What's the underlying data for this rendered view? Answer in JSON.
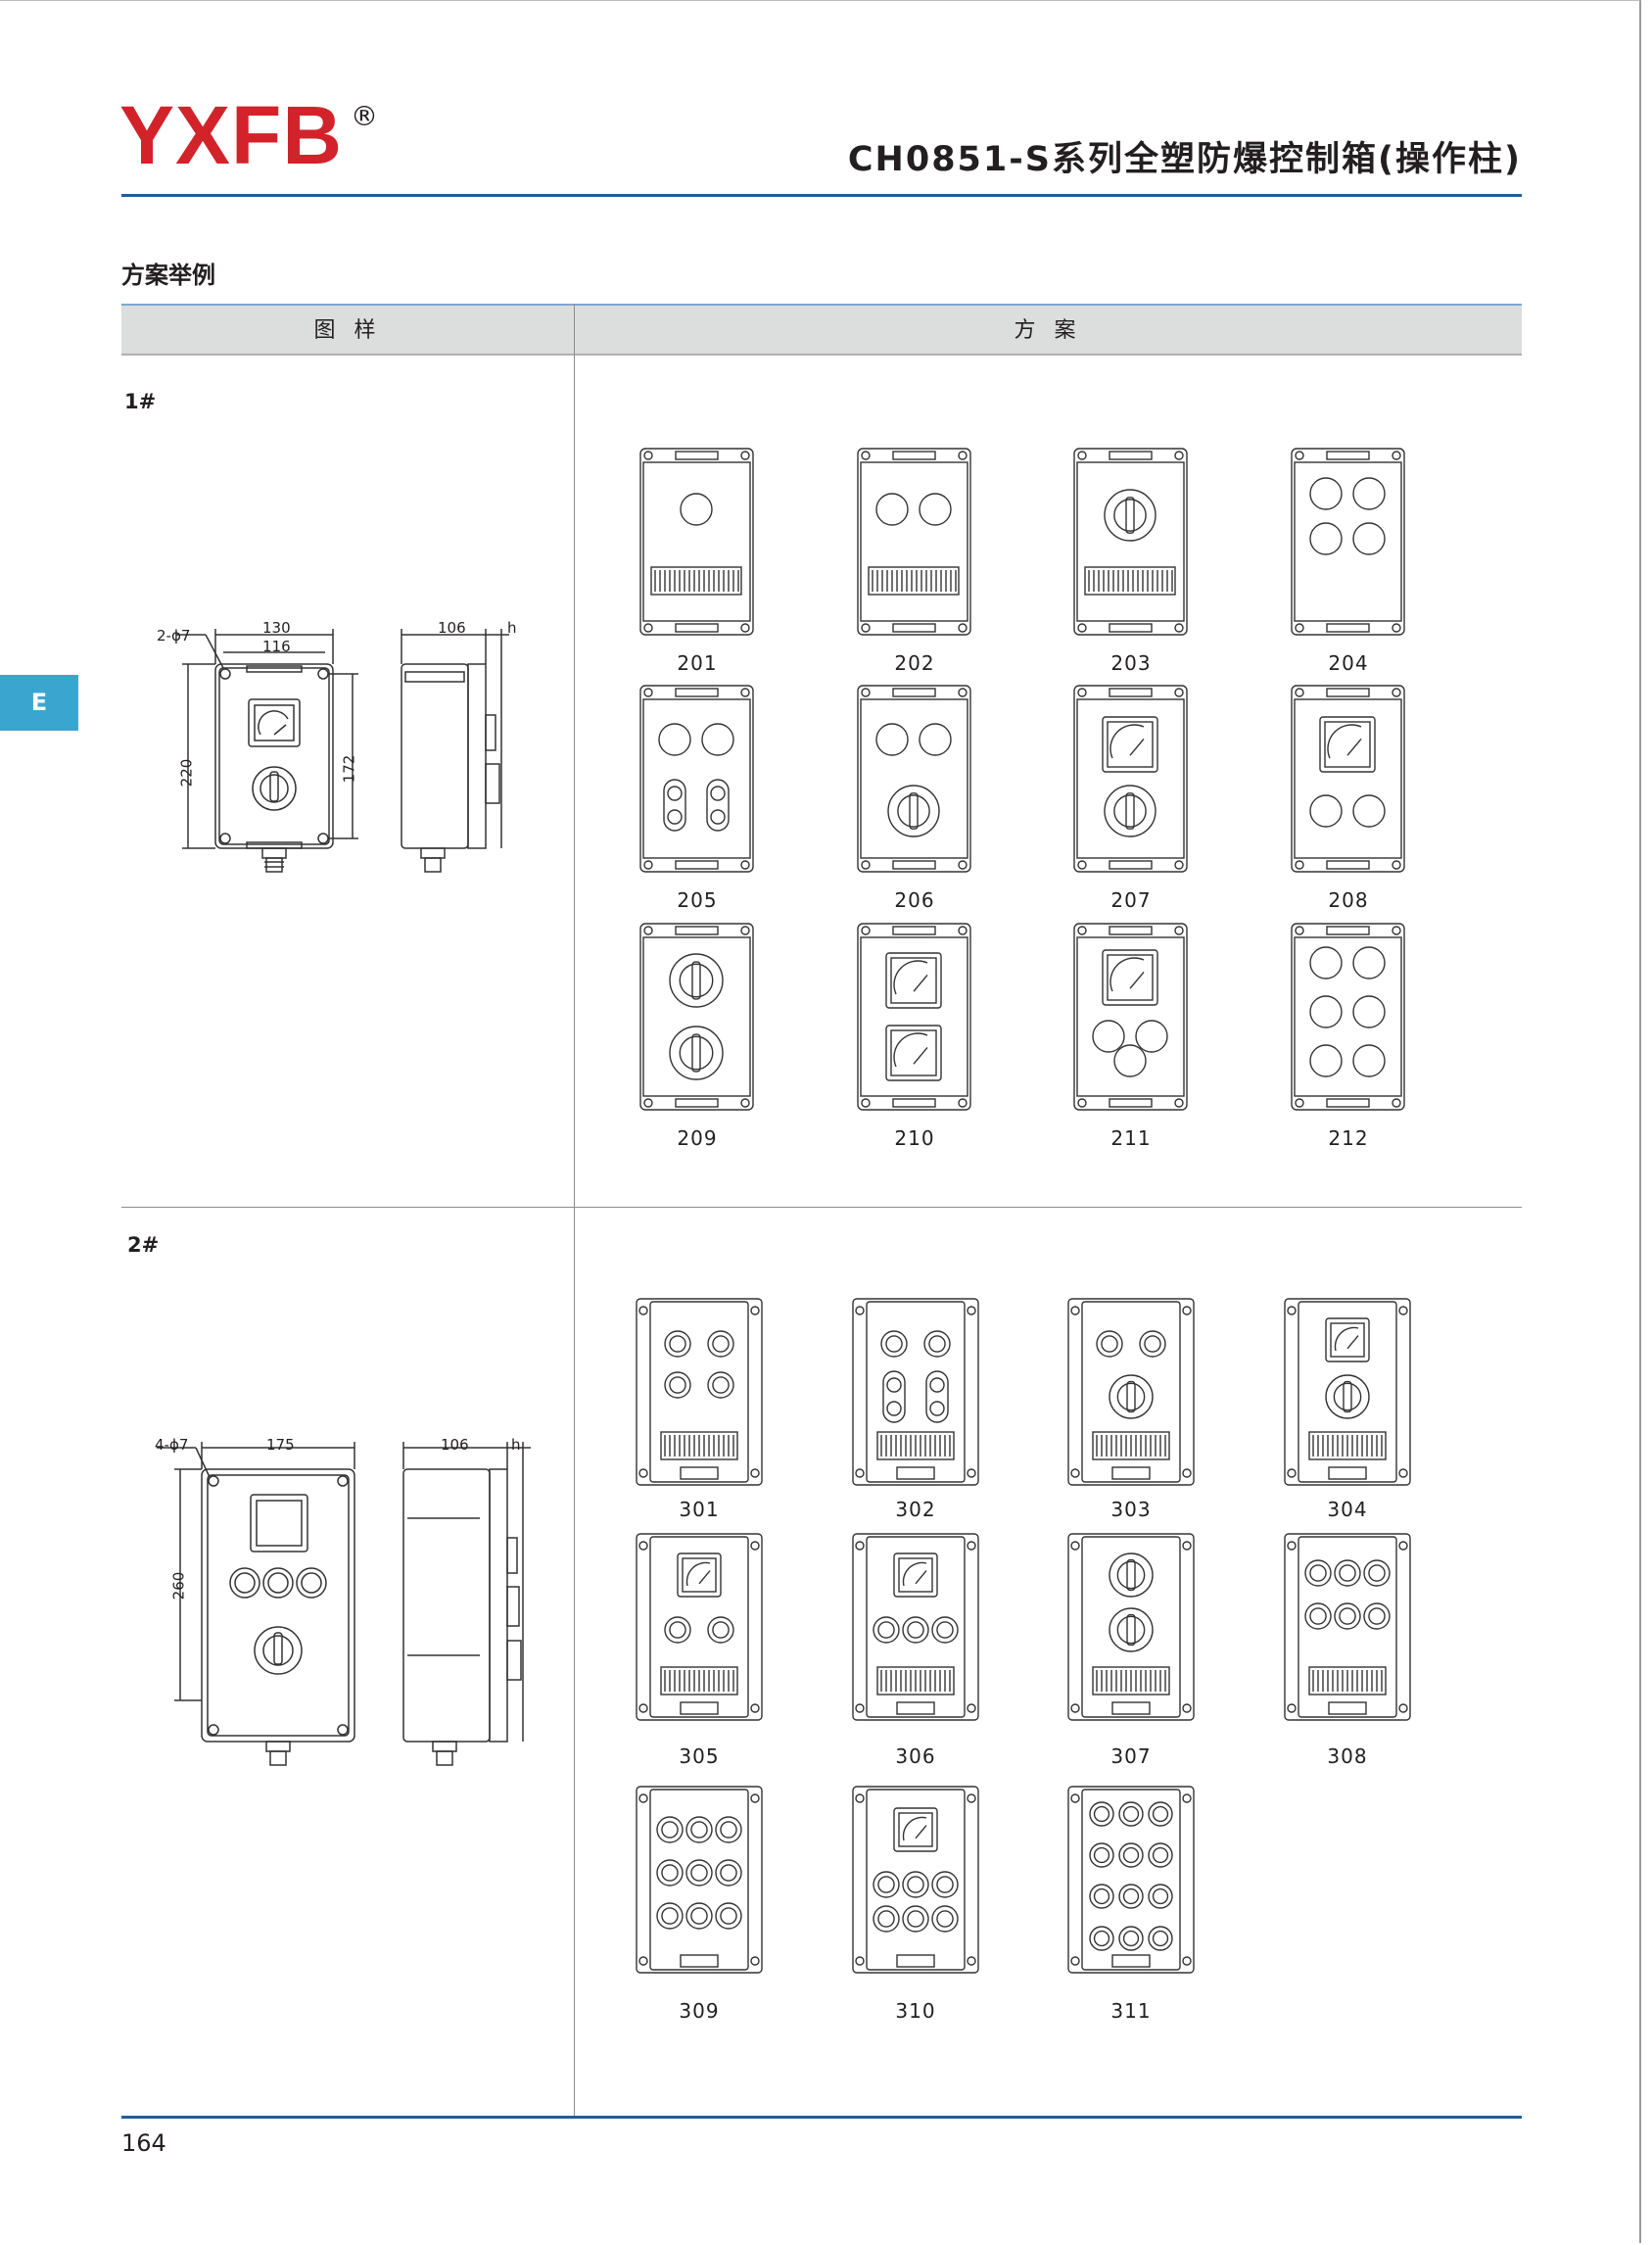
{
  "header": {
    "logo_text": "YXFB",
    "logo_mark": "®",
    "title": "CH0851-S系列全塑防爆控制箱(操作柱)"
  },
  "section": {
    "label": "方案举例"
  },
  "table": {
    "col_figure": "图 样",
    "col_scheme": "方 案"
  },
  "rows": [
    {
      "label": "1#",
      "dims": {
        "holes": "2-ϕ7",
        "w_outer": "130",
        "w_inner": "116",
        "h_outer": "220",
        "h_inner": "172",
        "depth": "106",
        "h": "h"
      },
      "schemes": [
        "201",
        "202",
        "203",
        "204",
        "205",
        "206",
        "207",
        "208",
        "209",
        "210",
        "211",
        "212"
      ]
    },
    {
      "label": "2#",
      "dims": {
        "holes": "4-ϕ7",
        "w_outer": "175",
        "h_outer": "260",
        "depth": "106",
        "h": "h"
      },
      "schemes": [
        "301",
        "302",
        "303",
        "304",
        "305",
        "306",
        "307",
        "308",
        "309",
        "310",
        "311"
      ]
    }
  ],
  "side_tab": "E",
  "page_number": "164",
  "colors": {
    "brand_red": "#d2232a",
    "rule_blue": "#1f5e9c",
    "tab_blue": "#3aa6cf",
    "head_gray": "#dcdddd"
  }
}
